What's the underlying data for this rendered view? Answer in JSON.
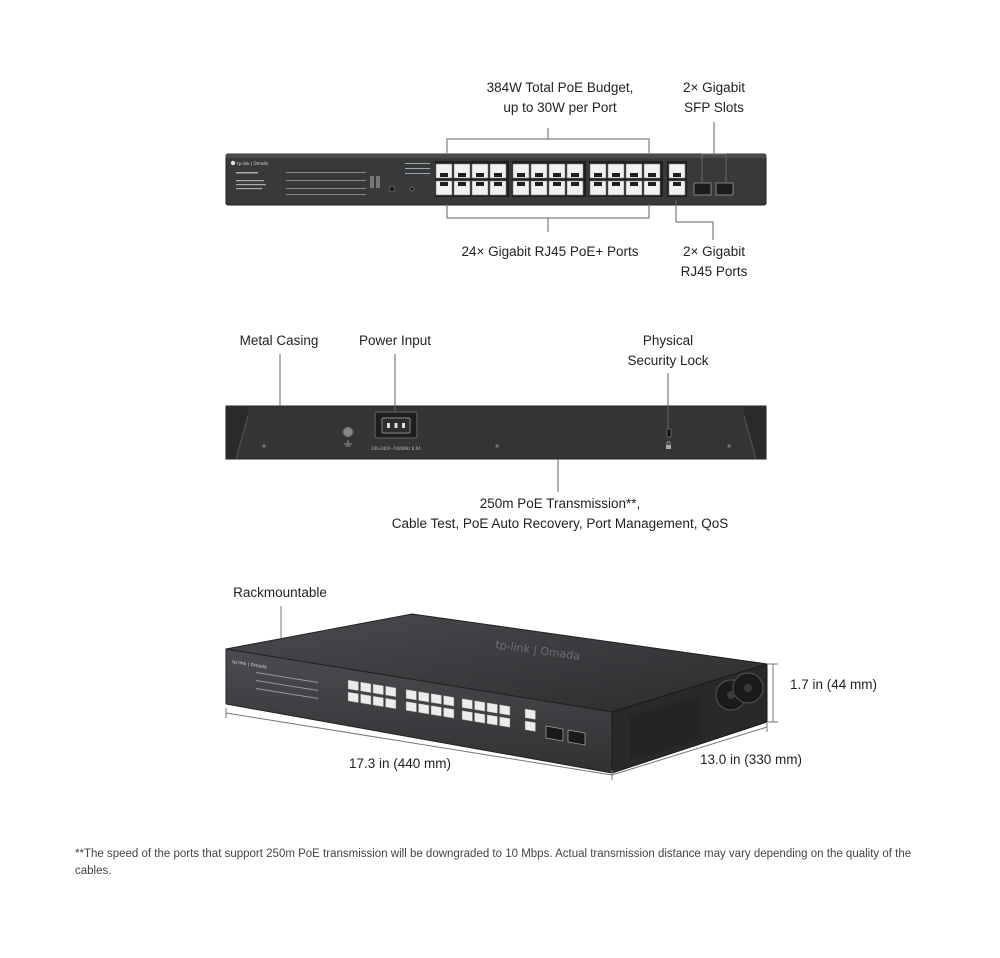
{
  "front_panel": {
    "poe_budget_label_line1": "384W Total PoE Budget,",
    "poe_budget_label_line2": "up to 30W per Port",
    "sfp_label_line1": "2× Gigabit",
    "sfp_label_line2": "SFP Slots",
    "rj45_poe_label": "24× Gigabit RJ45 PoE+ Ports",
    "rj45_label_line1": "2× Gigabit",
    "rj45_label_line2": "RJ45 Ports",
    "brand": "tp-link | Omada"
  },
  "rear_panel": {
    "metal_casing_label": "Metal Casing",
    "power_input_label": "Power Input",
    "security_lock_label_line1": "Physical",
    "security_lock_label_line2": "Security Lock",
    "features_line1": "250m PoE Transmission**,",
    "features_line2": "Cable Test, PoE Auto Recovery, Port Management, QoS",
    "power_spec": "100-240V~50/60Hz 6.0A"
  },
  "dimensions": {
    "rackmountable_label": "Rackmountable",
    "height_label": "1.7 in (44 mm)",
    "width_label": "17.3 in (440 mm)",
    "depth_label": "13.0  in (330 mm)",
    "brand_top": "tp-link | Omada",
    "brand_front": "tp-link | Omada"
  },
  "footnote": "**The speed of the ports that support 250m PoE transmission will be downgraded to 10 Mbps. Actual transmission distance may vary depending on the quality of the cables.",
  "colors": {
    "chassis": "#3a3b3d",
    "chassis_dark": "#2a2b2d",
    "port": "#f2f2f2",
    "line": "#555555"
  }
}
